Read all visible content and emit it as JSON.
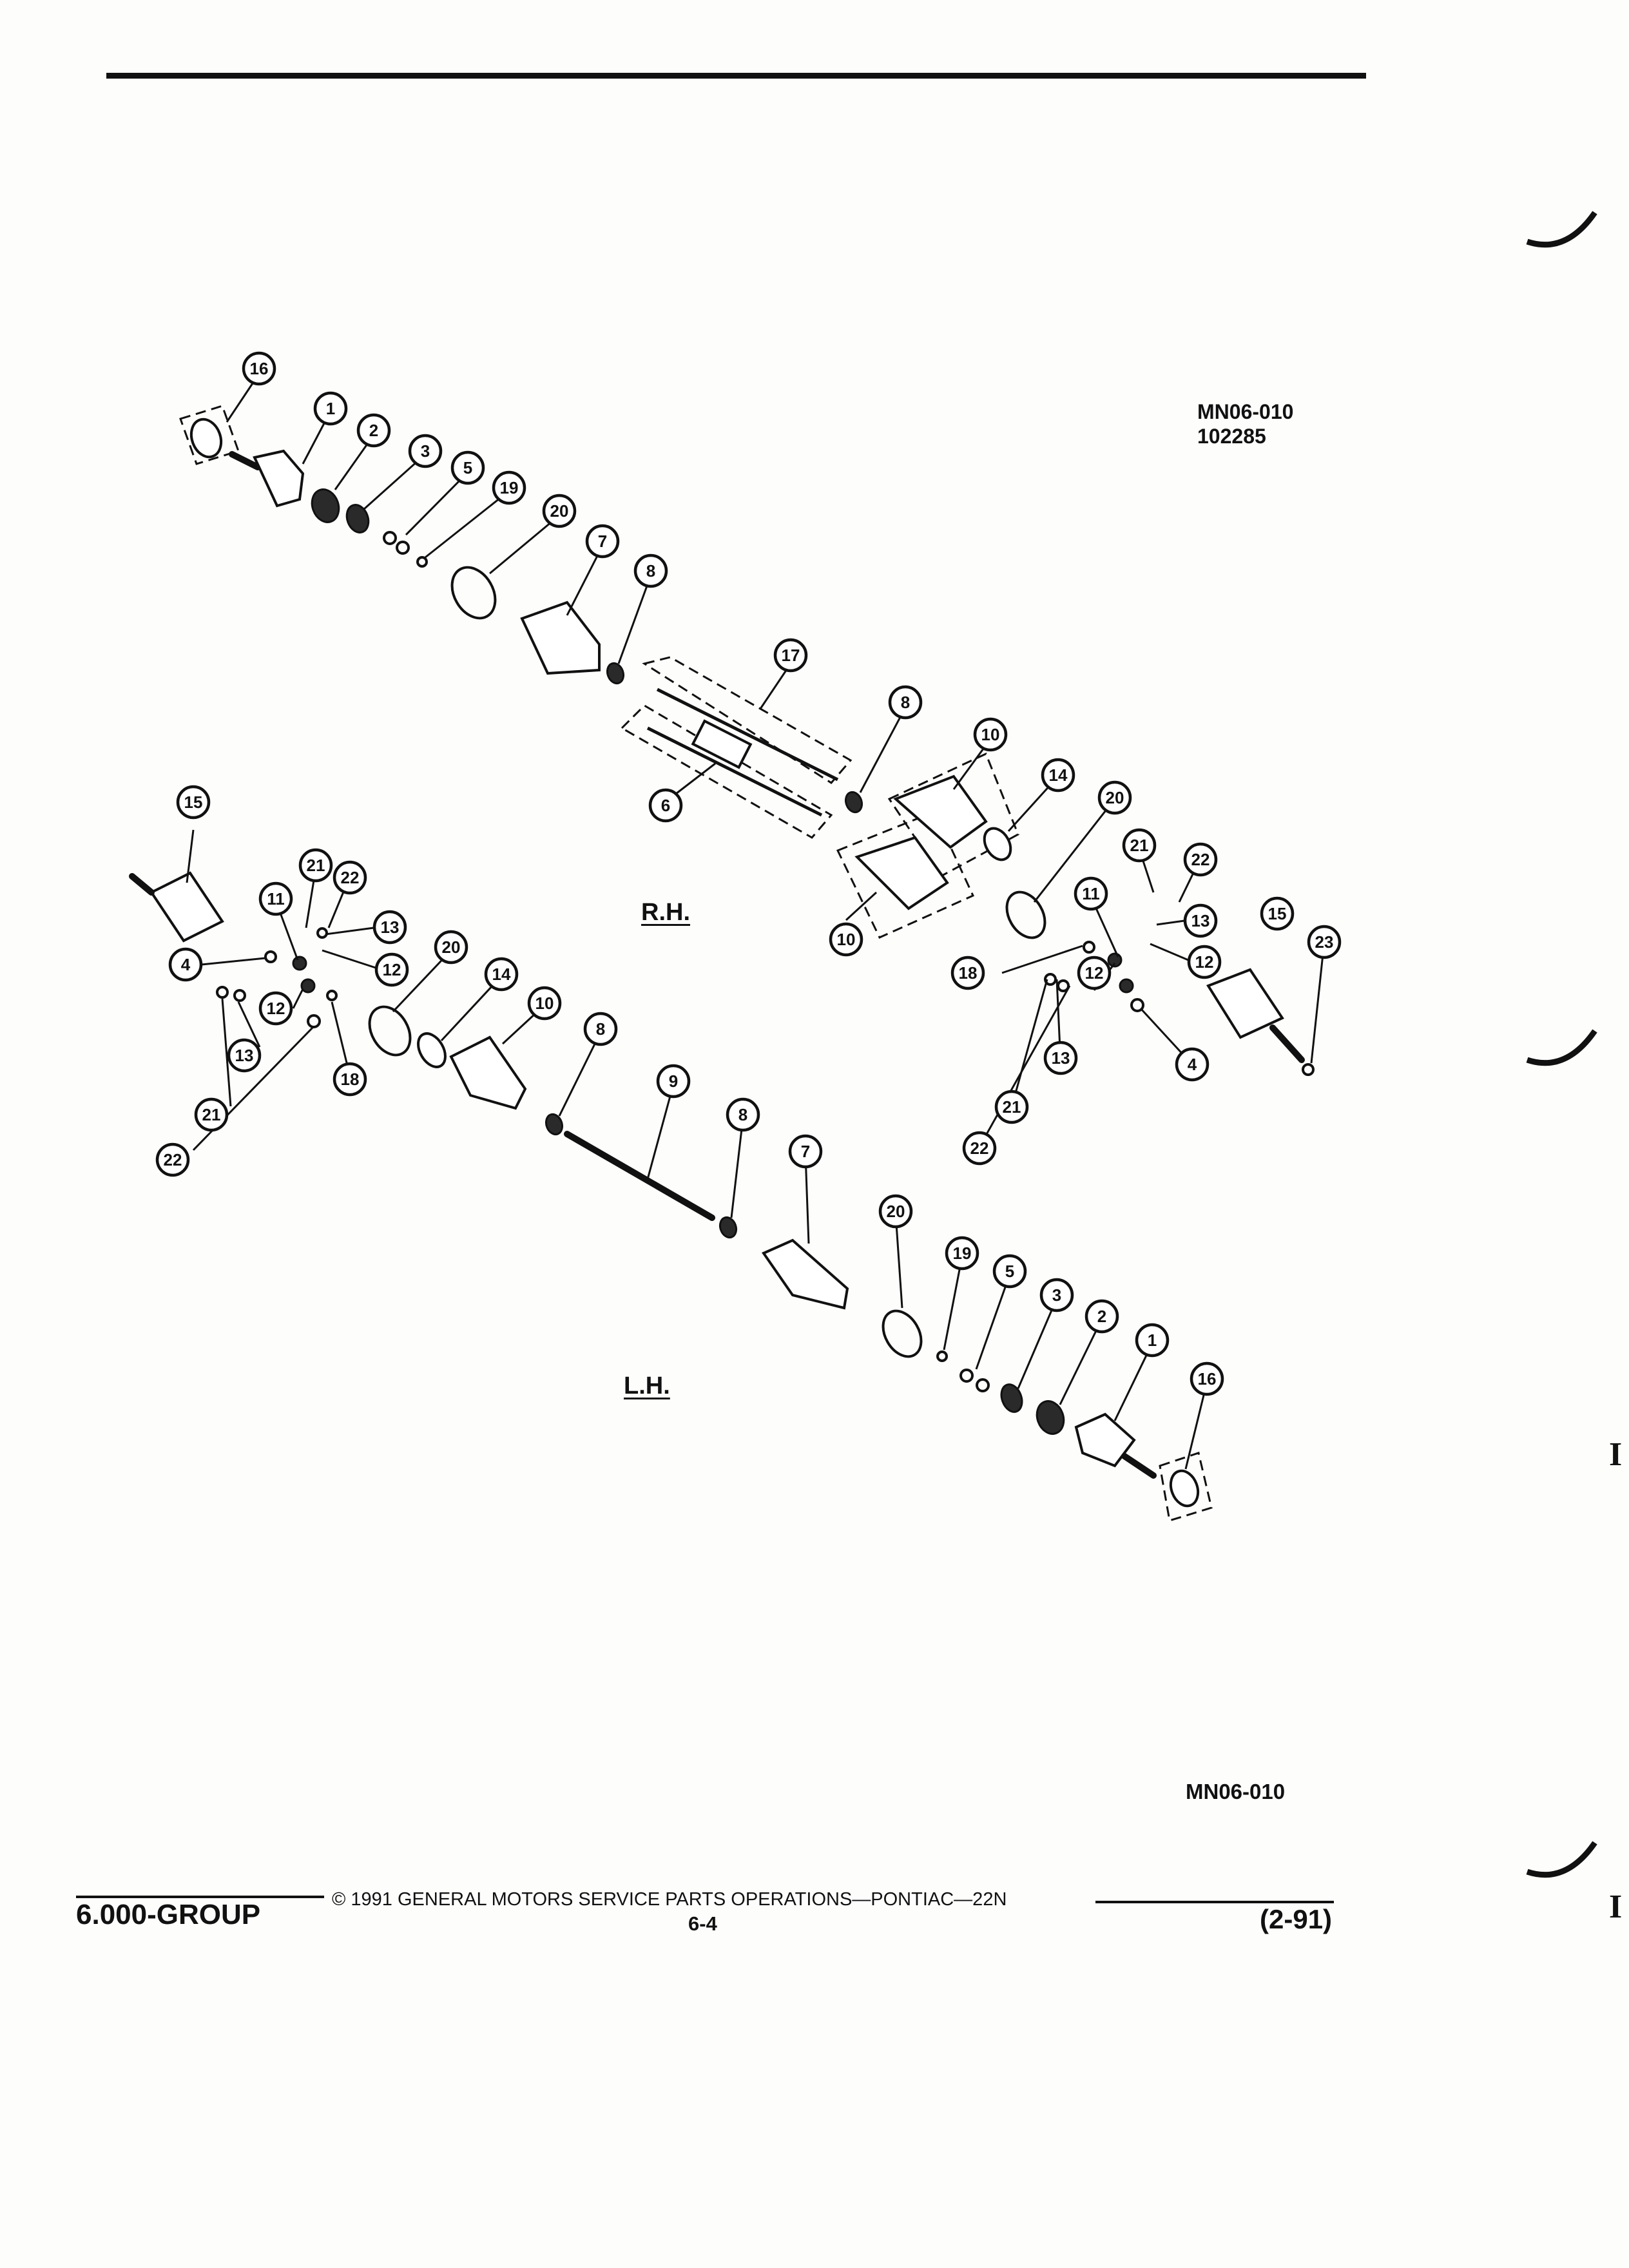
{
  "diagram": {
    "code_top": "MN06-010",
    "number_top": "102285",
    "code_bottom": "MN06-010",
    "rh_label": "R.H.",
    "lh_label": "L.H.",
    "callouts": {
      "rh": {
        "c16": "16",
        "c1": "1",
        "c2": "2",
        "c3": "3",
        "c5": "5",
        "c19": "19",
        "c20a": "20",
        "c7": "7",
        "c8a": "8",
        "c17": "17",
        "c6": "6",
        "c8b": "8",
        "c10a": "10",
        "c10b": "10",
        "c14": "14",
        "c20b": "20",
        "c21": "21",
        "c22": "22",
        "c11": "11",
        "c13": "13",
        "c15": "15",
        "c23": "23",
        "c18": "18",
        "c12a": "12",
        "c12b": "12",
        "c13b": "13",
        "c4": "4",
        "c21b": "21",
        "c22b": "22"
      },
      "lh": {
        "c15": "15",
        "c21": "21",
        "c22": "22",
        "c11": "11",
        "c13": "13",
        "c4": "4",
        "c12": "12",
        "c20": "20",
        "c14": "14",
        "c10": "10",
        "c12b": "12",
        "c13b": "13",
        "c18": "18",
        "c21b": "21",
        "c22b": "22",
        "c8a": "8",
        "c9": "9",
        "c8b": "8",
        "c7": "7",
        "c20b": "20",
        "c19": "19",
        "c5": "5",
        "c3": "3",
        "c2": "2",
        "c1": "1",
        "c16": "16"
      }
    }
  },
  "footer": {
    "group": "6.000-GROUP",
    "copyright": "© 1991 GENERAL MOTORS SERVICE PARTS OPERATIONS—PONTIAC—22N",
    "page": "6-4",
    "date": "(2-91)"
  },
  "edge_marks": {
    "letter_1": "I",
    "letter_2": "I"
  }
}
